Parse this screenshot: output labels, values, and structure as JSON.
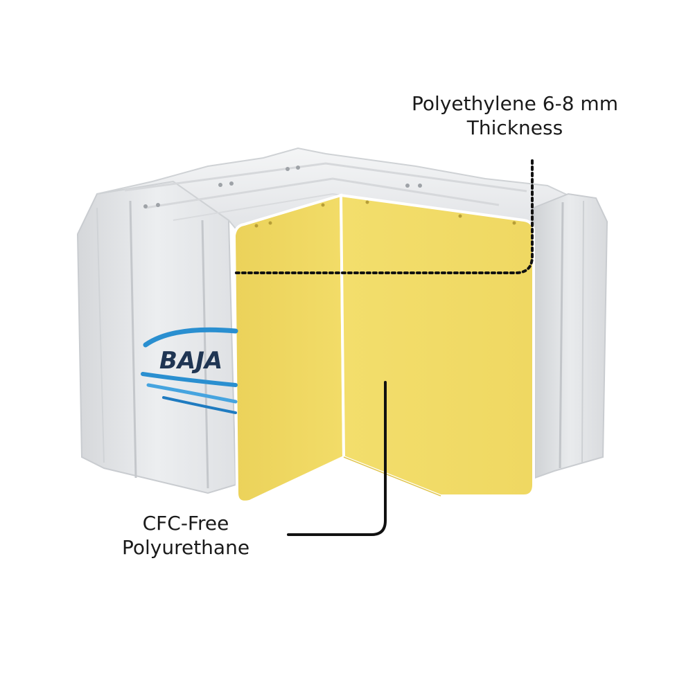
{
  "annotations": {
    "polyethylene": {
      "line1": "Polyethylene 6-8 mm",
      "line2": "Thickness"
    },
    "polyurethane": {
      "line1": "CFC-Free",
      "line2": "Polyurethane"
    }
  },
  "brand": {
    "logo_text": "BAJA"
  },
  "colors": {
    "shell": "#e6e7ea",
    "foam": "#f0da63",
    "logo_blue": "#2a8fd0",
    "logo_navy": "#1f3553"
  }
}
